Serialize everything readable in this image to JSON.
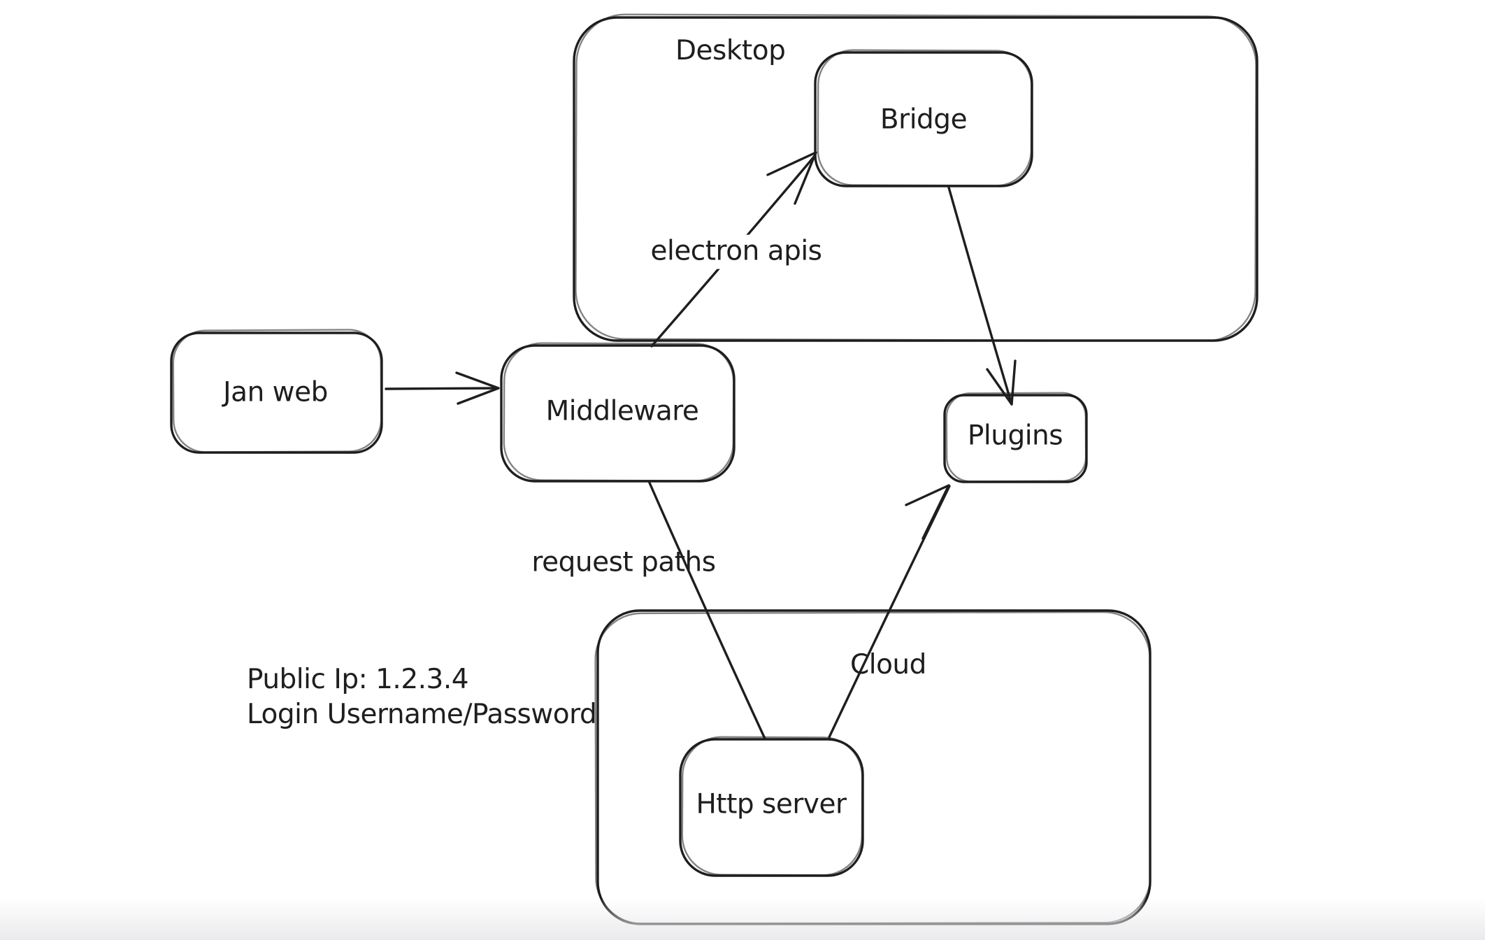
{
  "canvas": {
    "background": "#ffffff",
    "stroke_color": "#1e1e1e"
  },
  "containers": {
    "desktop": {
      "label": "Desktop"
    },
    "cloud": {
      "label": "Cloud"
    }
  },
  "nodes": {
    "jan_web": {
      "label": "Jan web"
    },
    "middleware": {
      "label": "Middleware"
    },
    "bridge": {
      "label": "Bridge"
    },
    "plugins": {
      "label": "Plugins"
    },
    "http_server": {
      "label": "Http server"
    }
  },
  "edges": [
    {
      "from": "jan_web",
      "to": "middleware",
      "arrow": true,
      "label": ""
    },
    {
      "from": "middleware",
      "to": "bridge",
      "arrow": true,
      "label": "electron apis"
    },
    {
      "from": "bridge",
      "to": "plugins",
      "arrow": true,
      "label": ""
    },
    {
      "from": "middleware",
      "to": "http_server",
      "arrow": false,
      "label": "request paths"
    },
    {
      "from": "http_server",
      "to": "plugins",
      "arrow": true,
      "label": ""
    }
  ],
  "edge_labels": {
    "middleware_to_bridge": "electron apis",
    "middleware_to_http_server": "request paths"
  },
  "annotations": {
    "server_info_line1": "Public Ip: 1.2.3.4",
    "server_info_line2": "Login Username/Password"
  }
}
